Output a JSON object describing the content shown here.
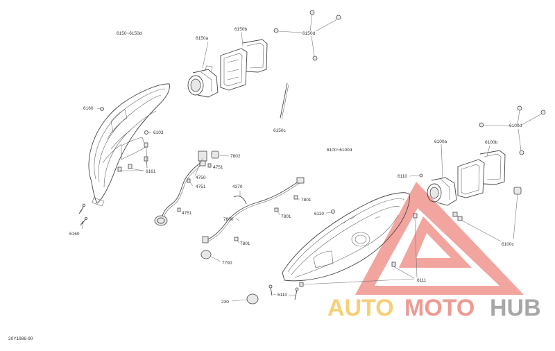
{
  "diagram_code": "20Y1986-90",
  "group_labels": {
    "upper": "6150~6150d",
    "lower": "6100~6100d"
  },
  "callouts": {
    "c6150a": "6150a",
    "c6150b": "6150b",
    "c6150d": "6150d",
    "c6150c": "6150c",
    "c6160": "6160",
    "c6103": "6103",
    "c6161": "6161",
    "c6160b": "6160",
    "c7802": "7802",
    "c4751a": "4751",
    "c4750": "4750",
    "c4751b": "4751",
    "c4751c": "4751",
    "c4370": "4370",
    "c7801a": "7801",
    "c7800": "7800",
    "c7801b": "7801",
    "c7801c": "7801",
    "c7790": "7790",
    "c230": "230",
    "c6110a": "6110",
    "c6110b": "6110",
    "c6110c": "6110",
    "c6100a": "6100a",
    "c6100b": "6100b",
    "c6100d": "6100d",
    "c6100c": "6100c",
    "c6111": "6111"
  },
  "watermark": {
    "part1": "AUTO",
    "part2": "MOTO",
    "part3": "HUB",
    "color_auto": "#f4c04a",
    "color_moto": "#e8796f",
    "color_hub": "#8a8a8a",
    "logo_color": "#e85a50"
  }
}
